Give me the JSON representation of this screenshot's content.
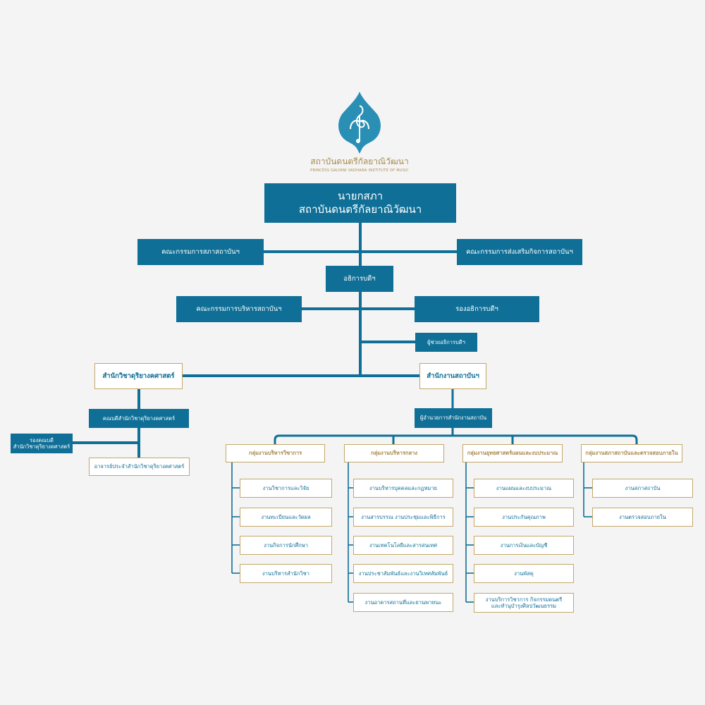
{
  "logo": {
    "name_th": "สถาบันดนตรีกัลยาณิวัฒนา",
    "name_en": "PRINCESS GALYANI VADHANA INSTITUTE OF MUSIC"
  },
  "colors": {
    "primary": "#0f6f97",
    "gold": "#c3a768",
    "background": "#f4f4f5"
  },
  "chart": {
    "top": {
      "line1": "นายกสภา",
      "line2": "สถาบันดนตรีกัลยาณิวัฒนา"
    },
    "council": "คณะกรรมการสภาสถาบันฯ",
    "promotion": "คณะกรรมการส่งเสริมกิจการสถาบันฯ",
    "president": "อธิการบดีฯ",
    "admin_committee": "คณะกรรมการบริหารสถาบันฯ",
    "vice_president": "รองอธิการบดีฯ",
    "assistant": "ผู้ช่วยอธิการบดีฯ",
    "college": {
      "title": "สำนักวิชาดุริยางคศาสตร์",
      "dean": "คณบดีสำนักวิชาดุริยางคศาสตร์",
      "vice_dean_line1": "รองคณบดี",
      "vice_dean_line2": "สำนักวิชาดุริยางคศาสตร์",
      "faculty": "อาจารย์ประจำสำนักวิชาดุริยางคศาสตร์"
    },
    "office": {
      "title": "สำนักงานสถาบันฯ",
      "director": "ผู้อำนวยการสำนักงานสถาบัน"
    },
    "groups": [
      {
        "title": "กลุ่มงานบริหารวิชาการ",
        "units": [
          "งานวิชาการและวิจัย",
          "งานทะเบียนและวัดผล",
          "งานกิจการนักศึกษา",
          "งานบริหารสำนักวิชา"
        ]
      },
      {
        "title": "กลุ่มงานบริหารกลาง",
        "units": [
          "งานบริหารบุคคลและกฎหมาย",
          "งานสารบรรณ งานประชุมและพิธีการ",
          "งานเทคโนโลยีและสารสนเทศ",
          "งานประชาสัมพันธ์และงานวิเทศสัมพันธ์",
          "งานอาคารสถานที่และยานพาหนะ"
        ]
      },
      {
        "title": "กลุ่มงานยุทธศาสตร์แผนและงบประมาณ",
        "units": [
          "งานแผนและงบประมาณ",
          "งานประกันคุณภาพ",
          "งานการเงินและบัญชี",
          "งานพัสดุ"
        ],
        "last_unit_line1": "งานบริการวิชาการ กิจกรรมดนตรี",
        "last_unit_line2": "และทำนุบำรุงศิลปวัฒนธรรม"
      },
      {
        "title": "กลุ่มงานสภาสถาบันและตรวจสอบภายใน",
        "units": [
          "งานสภาสถาบัน",
          "งานตรวจสอบภายใน"
        ]
      }
    ]
  }
}
